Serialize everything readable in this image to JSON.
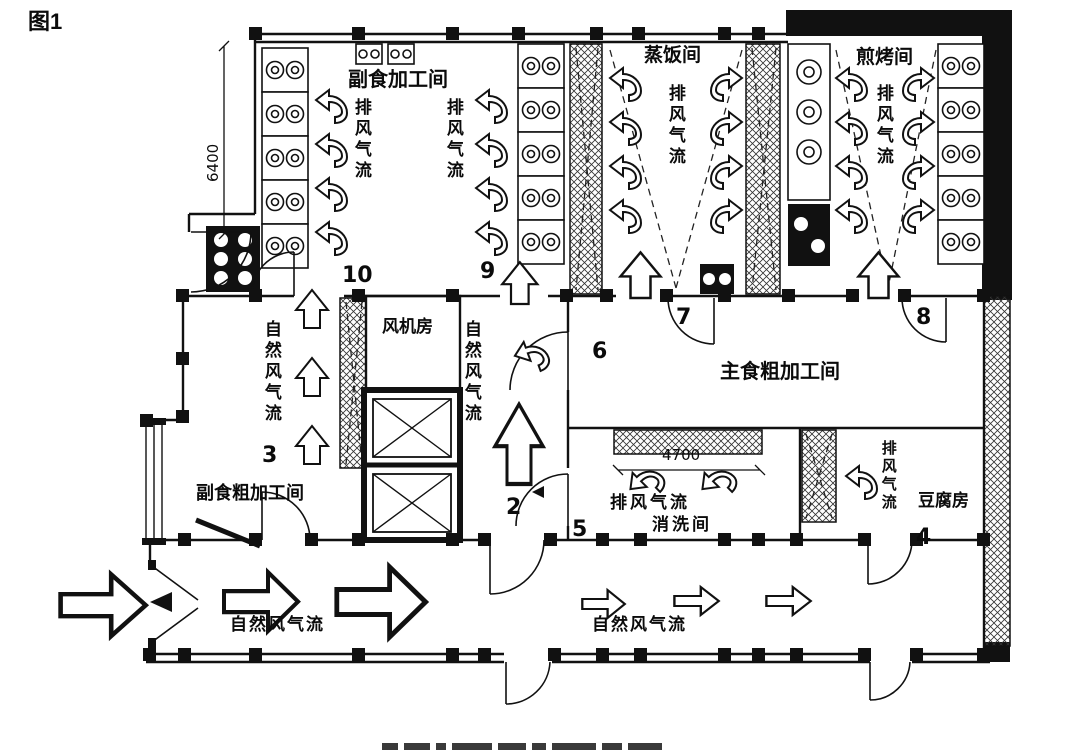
{
  "figure_label": "图1",
  "rooms": {
    "fushi_jiagong": "副食加工间",
    "zhengfan": "蒸饭间",
    "jiankao": "煎烤间",
    "zhushi_cu": "主食粗加工间",
    "fushi_cu": "副食粗加工间",
    "fengjifang": "风机房",
    "xiaoxi": "消洗间",
    "doufu": "豆腐房"
  },
  "airflow_labels": {
    "exhaust": "排风气流",
    "natural": "自然风气流"
  },
  "opening_numbers": {
    "n2": "2",
    "n3": "3",
    "n4": "4",
    "n5": "5",
    "n6": "6",
    "n7": "7",
    "n8": "8",
    "n9": "9",
    "n10": "10"
  },
  "dimensions": {
    "left_wall": "6400",
    "washroom": "4700"
  },
  "colors": {
    "ink": "#111111",
    "paper": "#ffffff"
  }
}
